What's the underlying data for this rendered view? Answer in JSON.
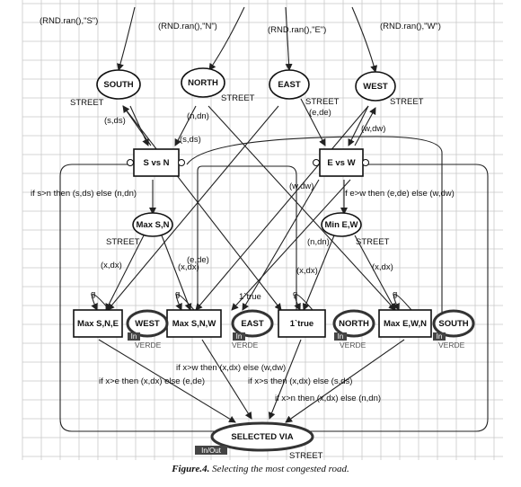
{
  "diagram": {
    "expressions": {
      "rnd_s": "(RND.ran(),\"S\")",
      "rnd_n": "(RND.ran(),\"N\")",
      "rnd_e": "(RND.ran(),\"E\")",
      "rnd_w": "(RND.ran(),\"W\")"
    },
    "places": {
      "south": "SOUTH",
      "north": "NORTH",
      "east": "EAST",
      "west": "WEST",
      "max_sn": "Max S,N",
      "min_ew": "Min E,W",
      "selected": "SELECTED VIA"
    },
    "transitions": {
      "s_vs_n": "S vs N",
      "e_vs_w": "E vs W",
      "max_sne": "Max S,N,E",
      "max_snw": "Max S,N,W",
      "center": "1`true",
      "max_ewn": "Max E,W,N"
    },
    "ports": {
      "west": "WEST",
      "east": "EAST",
      "north": "NORTH",
      "south": "SOUTH"
    },
    "types": {
      "street": "STREET",
      "verde": "VERDE"
    },
    "tags": {
      "in": "In",
      "inout": "In/Out"
    },
    "arc_labels": {
      "s_ds": "(s,ds)",
      "n_dn": "(n,dn)",
      "e_de": "(e,de)",
      "w_dw": "(w,dw)",
      "x_dx": "(x,dx)",
      "g": "g",
      "token": "1`true",
      "if_sn": "if s>n then (s,ds) else (n,dn)",
      "if_ew": "if e>w then (e,de) else (w,dw)",
      "if_xw": "if x>w then (x,dx) else (w,dw)",
      "if_xe": "if x>e then (x,dx) else (e,de)",
      "if_xs": "if x>s then (x,dx) else (s,ds)",
      "if_xn": "if x>n then (x,dx) else (n,dn)"
    }
  },
  "caption": {
    "label": "Figure.4.",
    "text": "Selecting the most congested road."
  }
}
